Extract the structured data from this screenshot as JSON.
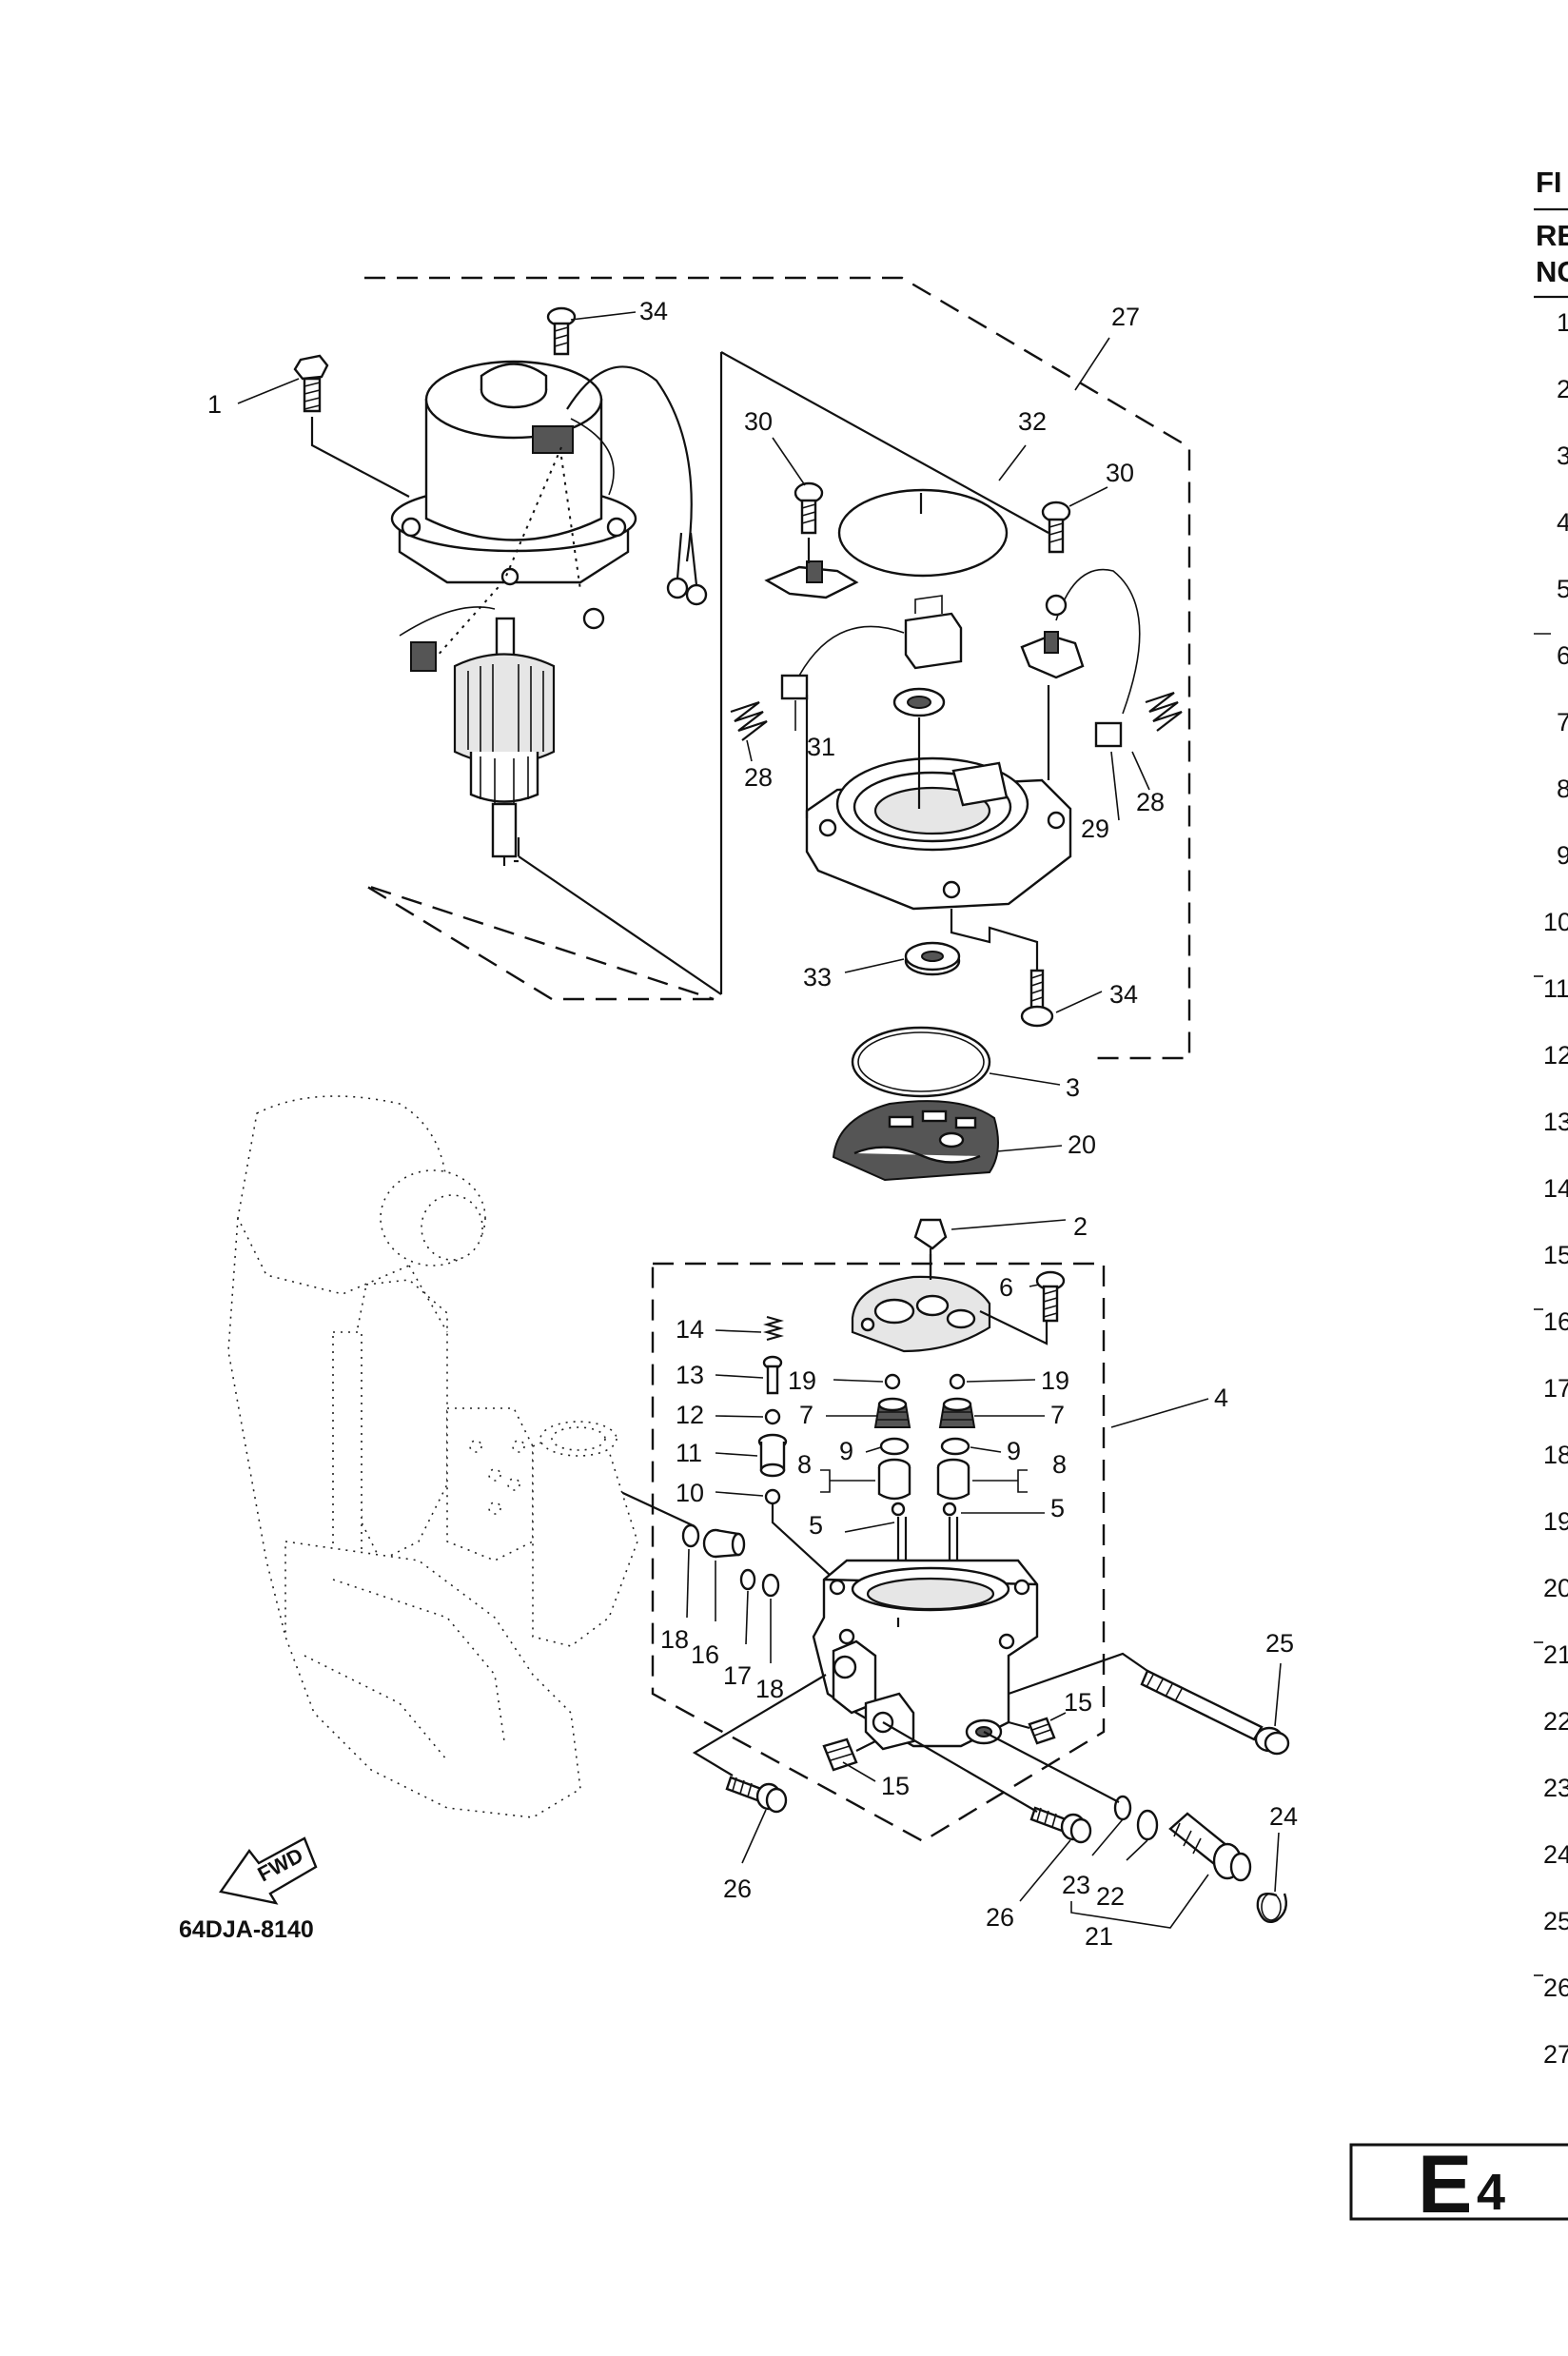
{
  "diagram_code": "64DJA-8140",
  "fwd_label": "FWD",
  "page_badge": {
    "letter": "E",
    "number": "4"
  },
  "callouts": [
    {
      "id": "c1",
      "text": "1"
    },
    {
      "id": "c2",
      "text": "2"
    },
    {
      "id": "c3",
      "text": "3"
    },
    {
      "id": "c4",
      "text": "4"
    },
    {
      "id": "c5a",
      "text": "5"
    },
    {
      "id": "c5b",
      "text": "5"
    },
    {
      "id": "c6",
      "text": "6"
    },
    {
      "id": "c7a",
      "text": "7"
    },
    {
      "id": "c7b",
      "text": "7"
    },
    {
      "id": "c8a",
      "text": "8"
    },
    {
      "id": "c8b",
      "text": "8"
    },
    {
      "id": "c9a",
      "text": "9"
    },
    {
      "id": "c9b",
      "text": "9"
    },
    {
      "id": "c10",
      "text": "10"
    },
    {
      "id": "c11",
      "text": "11"
    },
    {
      "id": "c12",
      "text": "12"
    },
    {
      "id": "c13",
      "text": "13"
    },
    {
      "id": "c14",
      "text": "14"
    },
    {
      "id": "c15a",
      "text": "15"
    },
    {
      "id": "c15b",
      "text": "15"
    },
    {
      "id": "c16",
      "text": "16"
    },
    {
      "id": "c17",
      "text": "17"
    },
    {
      "id": "c18a",
      "text": "18"
    },
    {
      "id": "c18b",
      "text": "18"
    },
    {
      "id": "c19a",
      "text": "19"
    },
    {
      "id": "c19b",
      "text": "19"
    },
    {
      "id": "c20",
      "text": "20"
    },
    {
      "id": "c21",
      "text": "21"
    },
    {
      "id": "c22",
      "text": "22"
    },
    {
      "id": "c23",
      "text": "23"
    },
    {
      "id": "c24",
      "text": "24"
    },
    {
      "id": "c25",
      "text": "25"
    },
    {
      "id": "c26a",
      "text": "26"
    },
    {
      "id": "c26b",
      "text": "26"
    },
    {
      "id": "c27",
      "text": "27"
    },
    {
      "id": "c28a",
      "text": "28"
    },
    {
      "id": "c28b",
      "text": "28"
    },
    {
      "id": "c29",
      "text": "29"
    },
    {
      "id": "c30a",
      "text": "30"
    },
    {
      "id": "c30b",
      "text": "30"
    },
    {
      "id": "c31",
      "text": "31"
    },
    {
      "id": "c32",
      "text": "32"
    },
    {
      "id": "c33",
      "text": "33"
    },
    {
      "id": "c34a",
      "text": "34"
    },
    {
      "id": "c34b",
      "text": "34"
    }
  ],
  "side_table": {
    "header_lines": [
      "FI",
      "RE",
      "NC"
    ],
    "row_fragments": [
      "1",
      "2",
      "3",
      "4",
      "5",
      "6",
      "7",
      "8",
      "9",
      "10",
      "11",
      "12",
      "13",
      "14",
      "15",
      "16",
      "17",
      "18",
      "19",
      "20",
      "21",
      "22",
      "23",
      "24",
      "25",
      "26",
      "27"
    ]
  }
}
